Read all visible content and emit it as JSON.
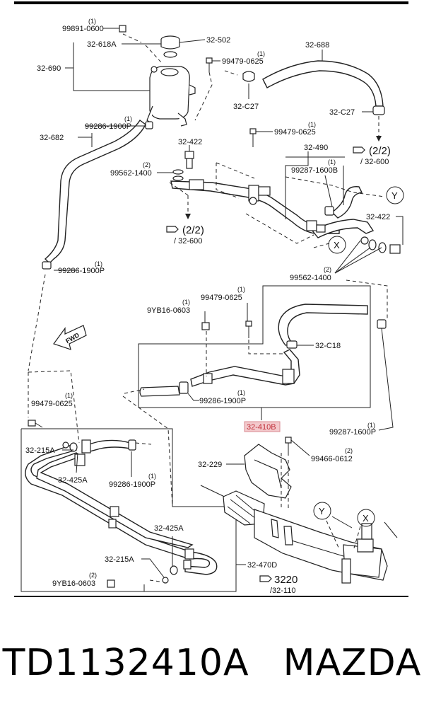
{
  "labels": {
    "l99891": "99891-0600",
    "l32618A": "32-618A",
    "l32502": "32-502",
    "l32690": "32-690",
    "l99479a": "99479-0625",
    "l32688": "32-688",
    "l32C27a": "32-C27",
    "l32C27b": "32-C27",
    "l99286a": "99286-1900P",
    "l32682": "32-682",
    "l99479b": "99479-0625",
    "l22a": "(2/2)",
    "l32600a": "/ 32-600",
    "l32422a": "32-422",
    "l32490": "32-490",
    "l99562a": "99562-1400",
    "l99287a": "99287-1600B",
    "lY1": "Y",
    "l32422b": "32-422",
    "l22b": "(2/2)",
    "l32600b": "/ 32-600",
    "lX1": "X",
    "l99286b": "99286-1900P",
    "l99562b": "99562-1400",
    "l9YB16a": "9YB16-0603",
    "l99479c": "99479-0625",
    "lFWD": "FWD",
    "l32C18": "32-C18",
    "l99286c": "99286-1900P",
    "l99479d": "99479-0625",
    "l32410B": "32-410B",
    "l99287b": "99287-1600P",
    "l32215Aa": "32-215A",
    "l32425Aa": "32-425A",
    "l99286d": "99286-1900P",
    "l99466": "99466-0612",
    "l32229": "32-229",
    "lY2": "Y",
    "lX2": "X",
    "l32425Ab": "32-425A",
    "l32215Ab": "32-215A",
    "l32470D": "32-470D",
    "l9YB16b": "9YB16-0603",
    "l3220": "3220",
    "l32110": "/32-110"
  },
  "qty": {
    "q1a": "(1)",
    "q1b": "(1)",
    "q1c": "(1)",
    "q1d": "(1)",
    "q1e": "(1)",
    "q2a": "(2)",
    "q2b": "(2)",
    "q1f": "(1)",
    "q1g": "(1)",
    "q1h": "(1)",
    "q1i": "(1)",
    "q1j": "(1)",
    "q1k": "(1)",
    "q2c": "(2)",
    "q1l": "(1)",
    "q2d": "(2)"
  },
  "colors": {
    "highlight_fill": "#f3c9cc",
    "highlight_stroke": "#d98a90",
    "highlight_text": "#c0303a"
  },
  "caption": {
    "part_number": "TD1132410A",
    "brand": "MAZDA"
  }
}
